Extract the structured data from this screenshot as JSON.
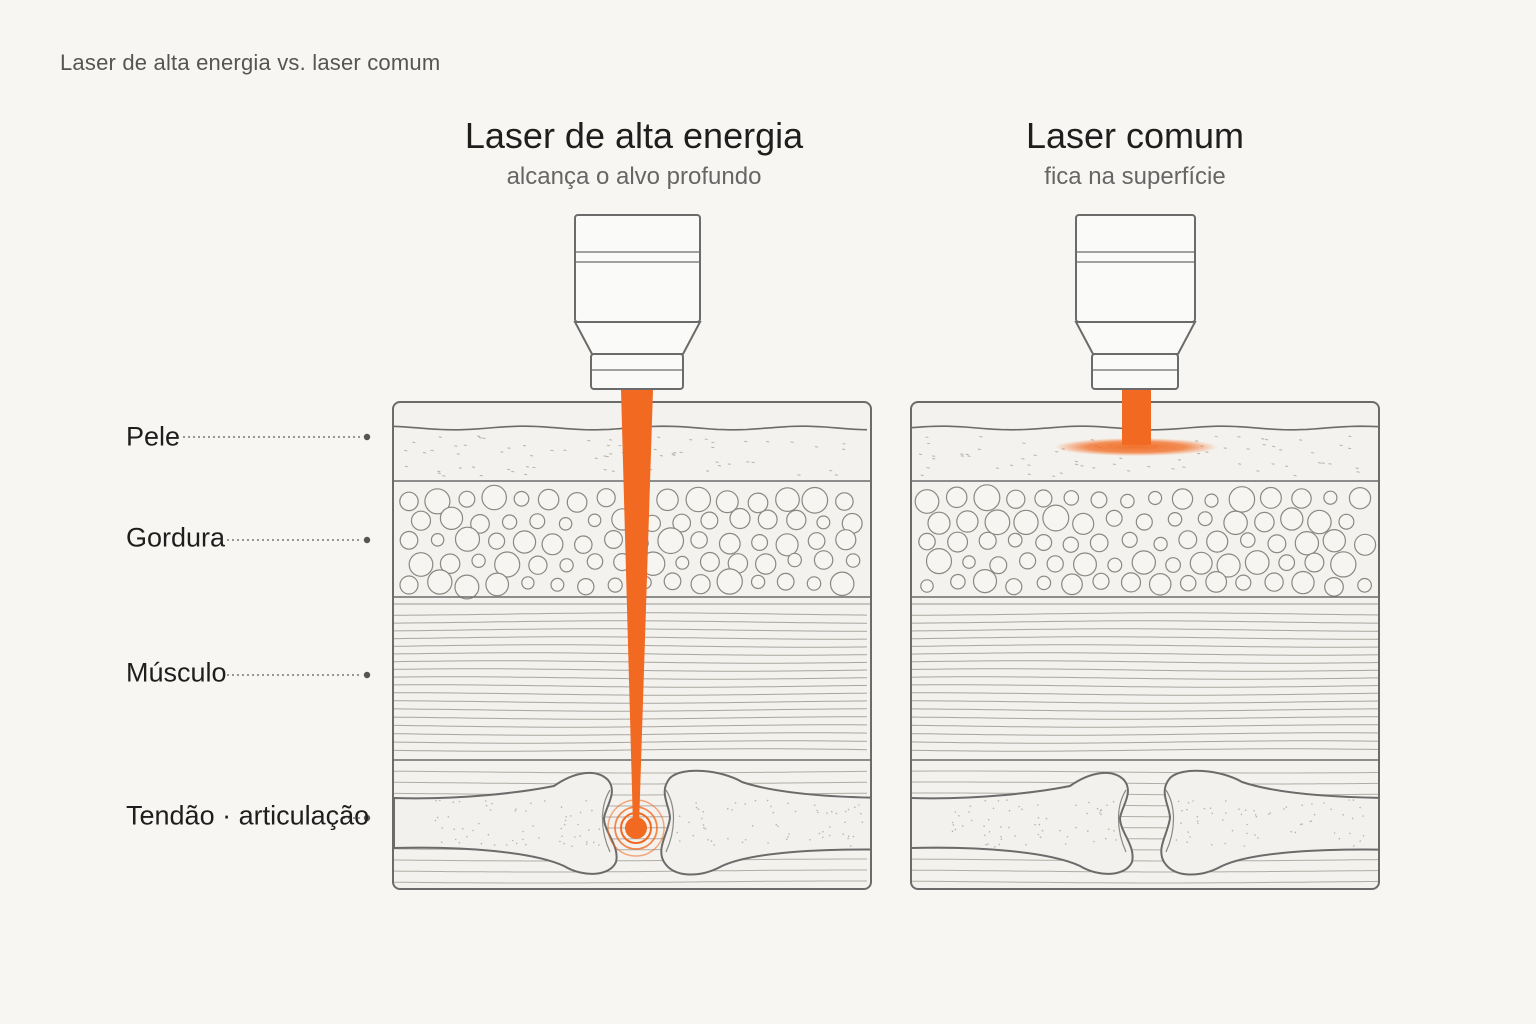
{
  "page": {
    "title": "Laser de alta energia vs. laser comum"
  },
  "panels": [
    {
      "title": "Laser de alta energia",
      "subtitle": "alcança o alvo profundo"
    },
    {
      "title": "Laser comum",
      "subtitle": "fica na superfície"
    }
  ],
  "layers": [
    {
      "label": "Pele"
    },
    {
      "label": "Gordura"
    },
    {
      "label": "Músculo"
    },
    {
      "label": "Tendão · articulação"
    }
  ],
  "colors": {
    "background": "#f8f6f2",
    "laser": "#f26a21",
    "line": "#6b6b6b",
    "tissue": "#f4f2ee"
  },
  "icons": [
    "laser-probe-icon",
    "bone-joint-icon",
    "target-ring-icon"
  ]
}
